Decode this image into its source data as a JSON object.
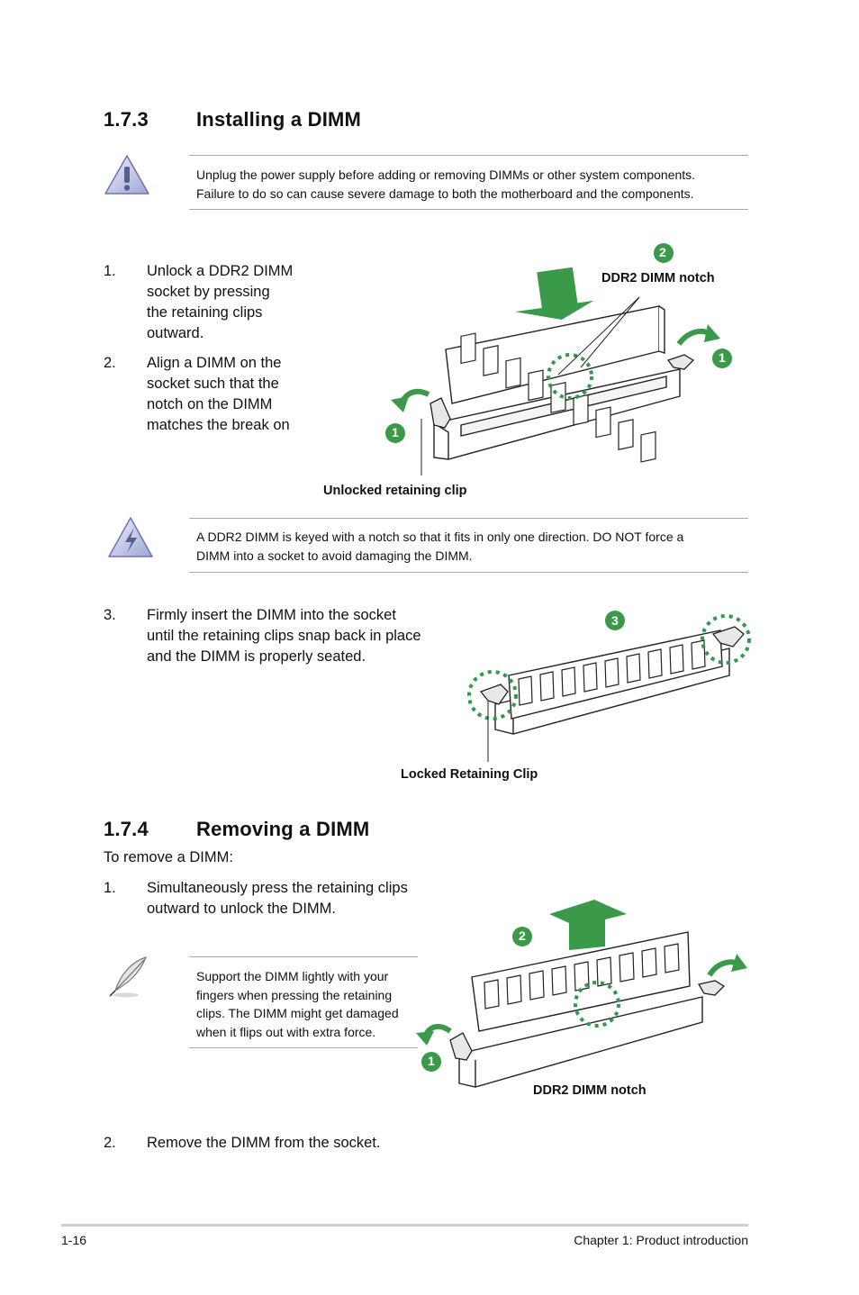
{
  "section_173": {
    "number": "1.7.3",
    "title": "Installing a DIMM",
    "warning_note": {
      "icon": "warning-icon",
      "lines": [
        "Unplug the power supply before adding or removing DIMMs or other system components.",
        "Failure to do so can cause severe damage to both the motherboard and the components."
      ]
    },
    "steps": [
      {
        "num": "1.",
        "lines": [
          "Unlock a DDR2 DIMM",
          "socket by pressing",
          "the retaining clips",
          "outward."
        ]
      },
      {
        "num": "2.",
        "lines": [
          "Align a DIMM on the",
          "socket such that the",
          "notch on the DIMM",
          "matches the break on"
        ]
      }
    ],
    "figure1": {
      "badge_notch": "2",
      "badge_right": "1",
      "badge_left": "1",
      "label_notch": "DDR2 DIMM notch",
      "label_clip": "Unlocked retaining clip"
    },
    "caution_note": {
      "icon": "electric-caution-icon",
      "lines": [
        "A DDR2 DIMM is keyed with a notch so that it fits in only one direction. DO NOT force a",
        "DIMM into a socket to avoid damaging the DIMM."
      ]
    },
    "step3": {
      "num": "3.",
      "lines": [
        "Firmly insert the DIMM into the socket",
        "until the retaining clips snap back in place",
        "and the DIMM is properly seated."
      ]
    },
    "figure2": {
      "badge": "3",
      "label": "Locked Retaining Clip"
    }
  },
  "section_174": {
    "number": "1.7.4",
    "title": "Removing a DIMM",
    "intro": "To remove a DIMM:",
    "step1": {
      "num": "1.",
      "lines": [
        "Simultaneously press the retaining clips",
        "outward to unlock the DIMM."
      ]
    },
    "tip_note": {
      "icon": "feather-pen-icon",
      "lines": [
        "Support the DIMM lightly with your",
        "fingers when pressing the retaining",
        "clips. The DIMM might get damaged",
        "when it flips out with extra force."
      ]
    },
    "figure3": {
      "badge_up": "2",
      "badge_left": "1",
      "label_notch": "DDR2 DIMM notch"
    },
    "step2": {
      "num": "2.",
      "text": "Remove the DIMM from the socket."
    }
  },
  "footer": {
    "page": "1-16",
    "chapter": "Chapter 1: Product introduction"
  },
  "colors": {
    "accent_green": "#3a9a4a",
    "text": "#111111",
    "rule": "#a8a8a8"
  }
}
